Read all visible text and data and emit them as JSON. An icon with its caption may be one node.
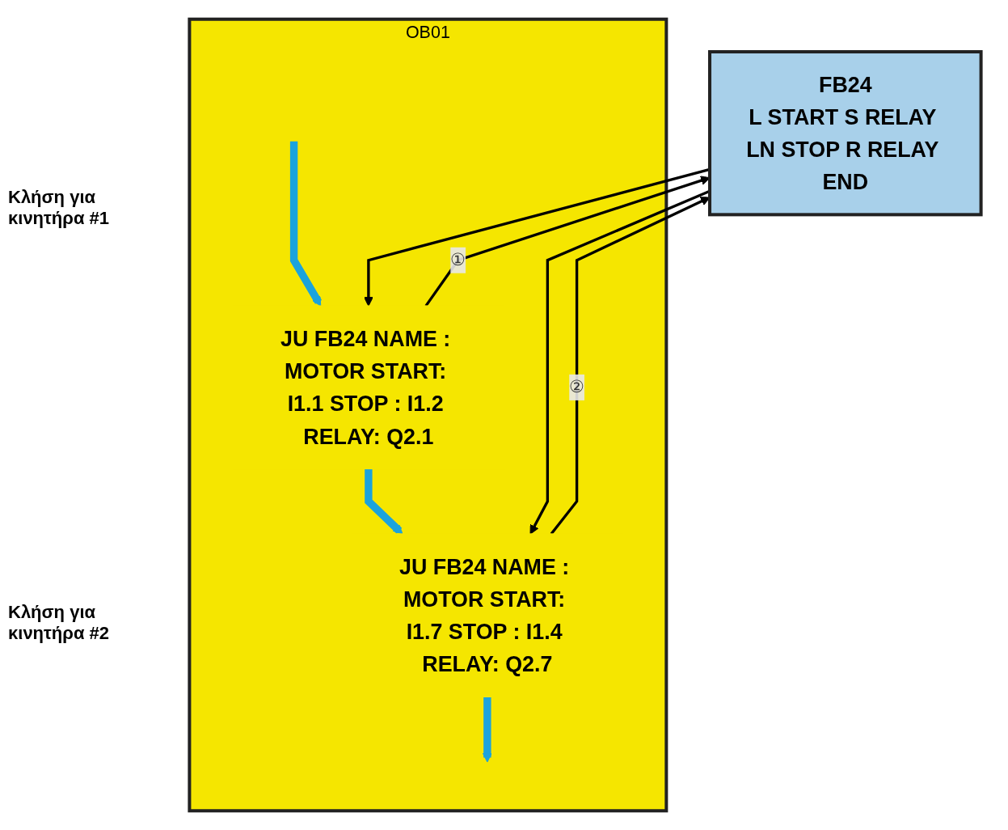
{
  "diagram": {
    "nodes": [
      {
        "text": [
          "OB01"
        ]
      },
      {
        "text": [
          "JU FB24 NAME : MOTOR START: I1.1 STOP : I1.2 RELAY: Q2.1"
        ],
        "in": 0
      },
      {
        "text": [
          "JU FB24 NAME : MOTOR START: I1.7 STOP : I1.4 RELAY: Q2.7"
        ],
        "in": 0
      },
      {
        "text": [
          "FB24",
          "L START S RELAY LN STOP R RELAY END"
        ]
      }
    ],
    "edges": [
      {
        "from": null,
        "to": 1,
        "arrow": "to",
        "style": "thick",
        "color": "#1ba3dc"
      },
      {
        "from": 1,
        "to": 2,
        "arrow": "to",
        "style": "thick",
        "color": "#1ba3dc"
      },
      {
        "from": 2,
        "to": null,
        "arrow": "to",
        "style": "thick",
        "color": "#1ba3dc"
      },
      {
        "from": 1,
        "to": 3,
        "arrow": "to",
        "label": "①"
      },
      {
        "from": 2,
        "to": 3,
        "arrow": "to",
        "label": "②"
      },
      {
        "from": 3,
        "to": 1,
        "arrow": "to"
      },
      {
        "from": 3,
        "to": 2,
        "arrow": "to"
      }
    ],
    "labels": [
      "Κλήση για κινητήρα #1",
      "Κλήση για κινητήρα #2"
    ]
  }
}
